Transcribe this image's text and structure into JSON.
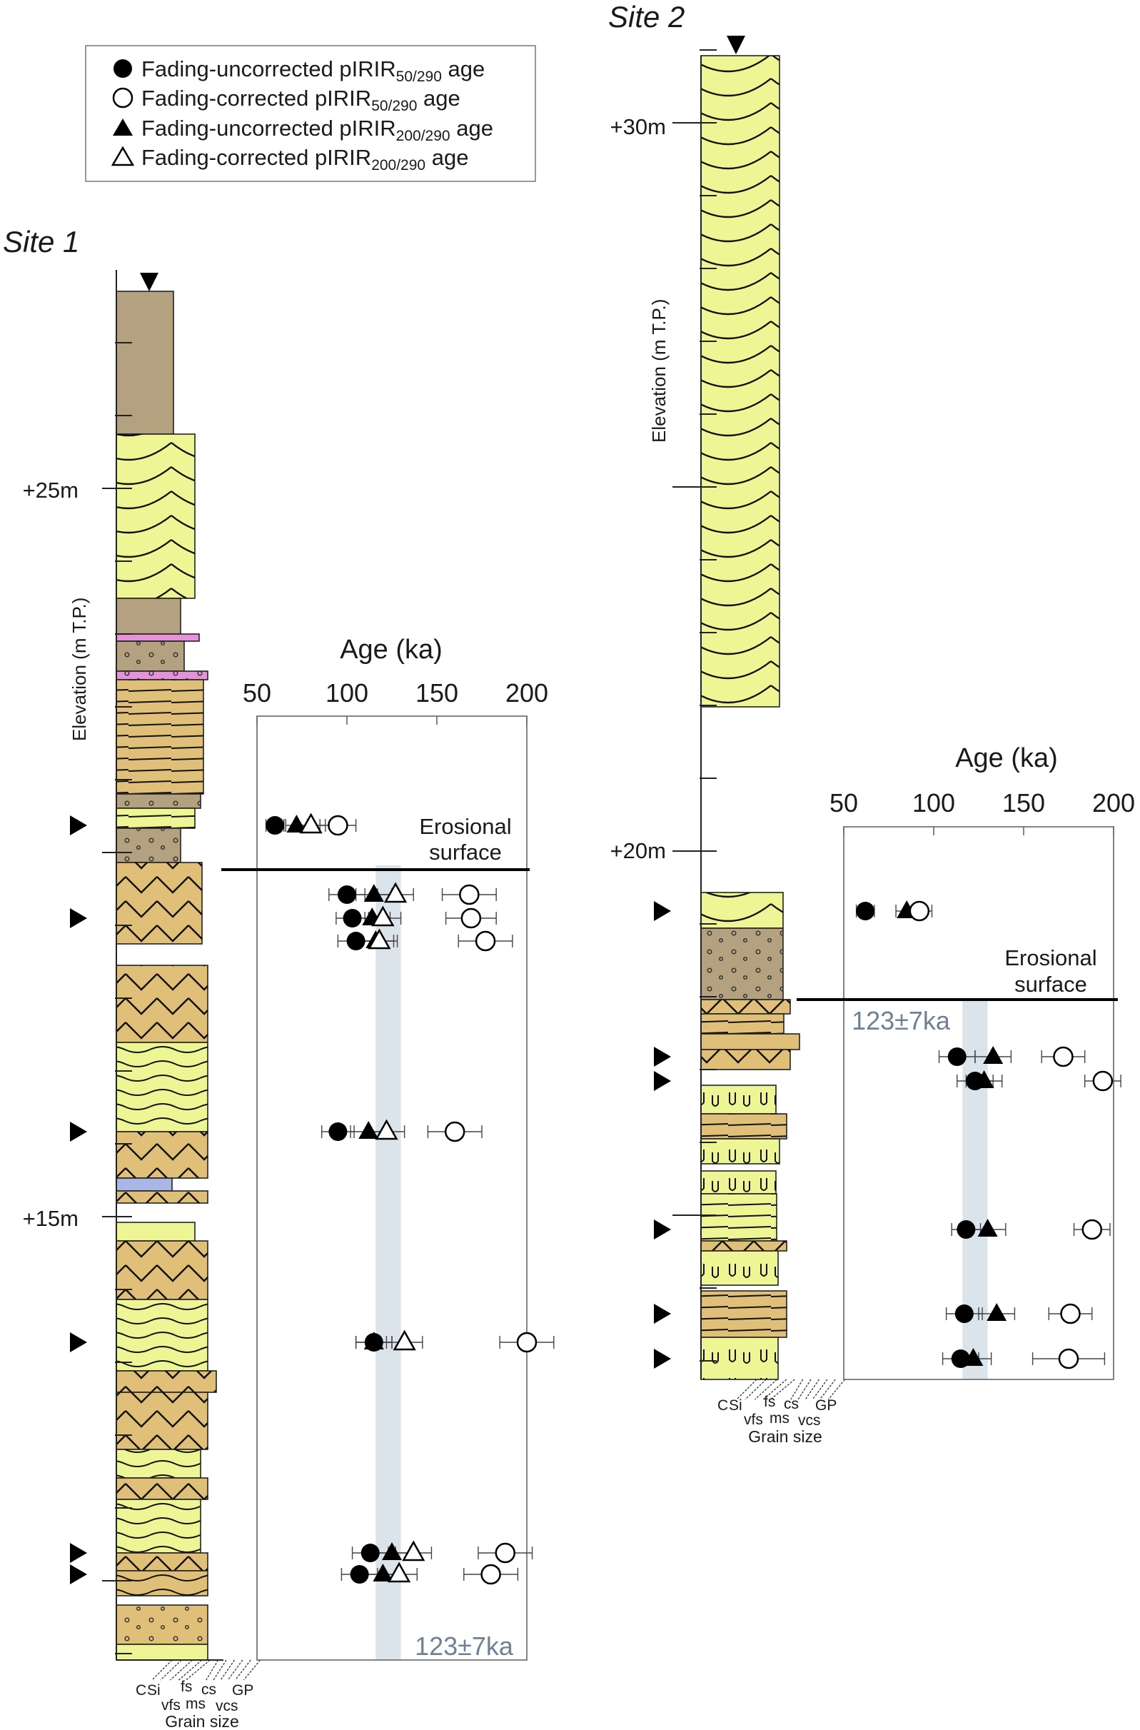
{
  "legend": {
    "items": [
      {
        "symbol": "filled-circle",
        "label": "Fading-uncorrected pIRIR",
        "sub": "50/290",
        "suffix": " age"
      },
      {
        "symbol": "open-circle",
        "label": "Fading-corrected pIRIR",
        "sub": "50/290",
        "suffix": " age"
      },
      {
        "symbol": "filled-triangle",
        "label": "Fading-uncorrected pIRIR",
        "sub": "200/290",
        "suffix": " age"
      },
      {
        "symbol": "open-triangle",
        "label": "Fading-corrected pIRIR",
        "sub": "200/290",
        "suffix": " age"
      }
    ]
  },
  "colors": {
    "mud": "#b3a17f",
    "sand_yellow": "#eef595",
    "sand_tan": "#e0bf78",
    "pink": "#e592d8",
    "blue": "#a9b6e6",
    "band": "#dbe4ea"
  },
  "site1": {
    "title": "Site 1",
    "elevation_axis": "Elevation (m T.P.)",
    "elevation_labels": [
      "+25m",
      "+15m"
    ],
    "age_axis_title": "Age (ka)",
    "age_ticks": [
      "50",
      "100",
      "150",
      "200"
    ],
    "erosional_label": [
      "Erosional",
      "surface"
    ],
    "band_label": "123±7ka",
    "grain_size_title": "Grain size",
    "grain_size_top": [
      "C",
      "Si",
      "fs",
      "cs",
      "GP"
    ],
    "grain_size_bottom": [
      "vfs",
      "ms",
      "vcs"
    ]
  },
  "site2": {
    "title": "Site 2",
    "elevation_axis": "Elevation (m T.P.)",
    "elevation_labels": [
      "+30m",
      "+20m"
    ],
    "age_axis_title": "Age (ka)",
    "age_ticks": [
      "50",
      "100",
      "150",
      "200"
    ],
    "erosional_label": [
      "Erosional",
      "surface"
    ],
    "band_label": "123±7ka",
    "grain_size_title": "Grain size",
    "grain_size_top": [
      "C",
      "Si",
      "fs",
      "cs",
      "GP"
    ],
    "grain_size_bottom": [
      "vfs",
      "ms",
      "vcs"
    ]
  },
  "chart_data": [
    {
      "type": "scatter",
      "panel": "site1",
      "x_label": "Age (ka)",
      "xlim": [
        50,
        200
      ],
      "band": {
        "center": 123,
        "error": 7
      },
      "samples": [
        {
          "uncorr50": [
            60,
            5
          ],
          "uncorr200": [
            72,
            6
          ],
          "corr200": [
            80,
            8
          ],
          "corr50": [
            95,
            10
          ]
        },
        {
          "uncorr50": [
            100,
            10
          ],
          "uncorr200": [
            115,
            10
          ],
          "corr200": [
            127,
            10
          ],
          "corr50": [
            168,
            15
          ]
        },
        {
          "uncorr50": [
            103,
            9
          ],
          "uncorr200": [
            114,
            10
          ],
          "corr200": [
            120,
            10
          ],
          "corr50": [
            169,
            14
          ]
        },
        {
          "uncorr50": [
            105,
            10
          ],
          "uncorr200": [
            116,
            10
          ],
          "corr200": [
            118,
            10
          ],
          "corr50": [
            177,
            15
          ]
        },
        {
          "uncorr50": [
            95,
            9
          ],
          "uncorr200": [
            112,
            10
          ],
          "corr200": [
            122,
            10
          ],
          "corr50": [
            160,
            15
          ]
        },
        {
          "uncorr50": [
            115,
            10
          ],
          "uncorr200": [
            115,
            10
          ],
          "corr200": [
            132,
            10
          ],
          "corr50": [
            200,
            15
          ]
        },
        {
          "uncorr50": [
            113,
            10
          ],
          "uncorr200": [
            125,
            10
          ],
          "corr200": [
            137,
            10
          ],
          "corr50": [
            188,
            15
          ]
        },
        {
          "uncorr50": [
            107,
            10
          ],
          "uncorr200": [
            120,
            10
          ],
          "corr200": [
            129,
            10
          ],
          "corr50": [
            180,
            15
          ]
        }
      ]
    },
    {
      "type": "scatter",
      "panel": "site2",
      "x_label": "Age (ka)",
      "xlim": [
        50,
        200
      ],
      "band": {
        "center": 123,
        "error": 7
      },
      "samples": [
        {
          "uncorr50": [
            62,
            5
          ],
          "uncorr200": [
            85,
            6
          ],
          "corr50": [
            92,
            7
          ]
        },
        {
          "uncorr50": [
            113,
            10
          ],
          "uncorr200": [
            133,
            10
          ],
          "corr50": [
            172,
            12
          ]
        },
        {
          "uncorr50": [
            123,
            10
          ],
          "uncorr200": [
            128,
            10
          ],
          "corr50": [
            194,
            10
          ]
        },
        {
          "uncorr50": [
            118,
            8
          ],
          "uncorr200": [
            130,
            10
          ],
          "corr50": [
            188,
            10
          ]
        },
        {
          "uncorr50": [
            117,
            10
          ],
          "uncorr200": [
            135,
            10
          ],
          "corr50": [
            176,
            12
          ]
        },
        {
          "uncorr50": [
            115,
            10
          ],
          "uncorr200": [
            122,
            10
          ],
          "corr50": [
            175,
            20
          ]
        }
      ]
    }
  ]
}
